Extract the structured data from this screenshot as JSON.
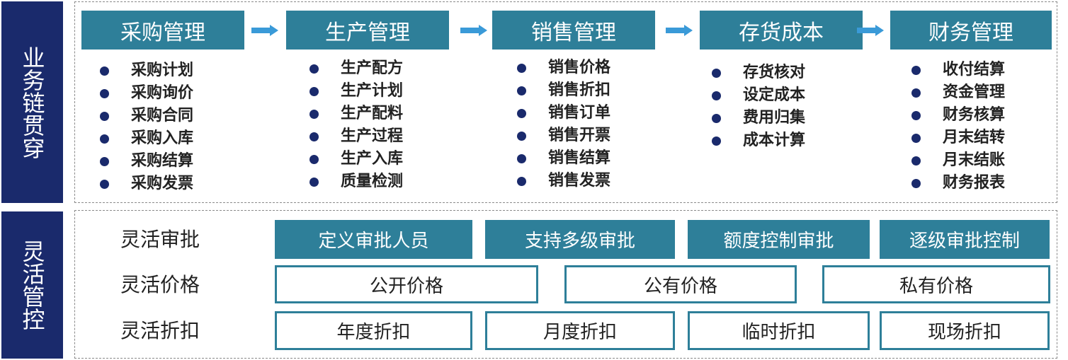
{
  "sections": {
    "top_label": "业务链贯穿",
    "bottom_label": "灵活管控"
  },
  "modules": [
    {
      "title": "采购管理",
      "items": [
        "采购计划",
        "采购询价",
        "采购合同",
        "采购入库",
        "采购结算",
        "采购发票"
      ]
    },
    {
      "title": "生产管理",
      "items": [
        "生产配方",
        "生产计划",
        "生产配料",
        "生产过程",
        "生产入库",
        "质量检测"
      ]
    },
    {
      "title": "销售管理",
      "items": [
        "销售价格",
        "销售折扣",
        "销售订单",
        "销售开票",
        "销售结算",
        "销售发票"
      ]
    },
    {
      "title": "存货成本",
      "items": [
        "存货核对",
        "设定成本",
        "费用归集",
        "成本计算"
      ]
    },
    {
      "title": "财务管理",
      "items": [
        "收付结算",
        "资金管理",
        "财务核算",
        "月末结转",
        "月末结账",
        "财务报表"
      ]
    }
  ],
  "controls": {
    "approval": {
      "label": "灵活审批",
      "items": [
        "定义审批人员",
        "支持多级审批",
        "额度控制审批",
        "逐级审批控制"
      ]
    },
    "price": {
      "label": "灵活价格",
      "items": [
        "公开价格",
        "公有价格",
        "私有价格"
      ]
    },
    "discount": {
      "label": "灵活折扣",
      "items": [
        "年度折扣",
        "月度折扣",
        "临时折扣",
        "现场折扣"
      ]
    }
  },
  "colors": {
    "navy": "#1a2a6c",
    "teal": "#2e7f99",
    "arrow": "#3a9ad8"
  }
}
